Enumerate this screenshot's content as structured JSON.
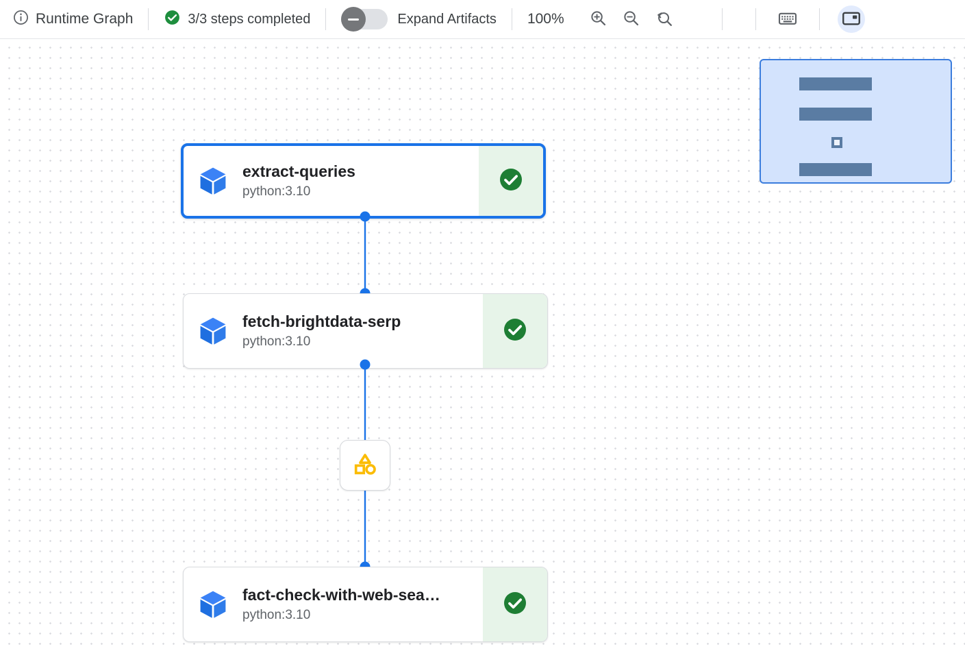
{
  "toolbar": {
    "info_icon": "info-circle-icon",
    "title": "Runtime Graph",
    "steps_icon": "check-circle-icon",
    "steps_label": "3/3 steps completed",
    "expand_artifacts_label": "Expand Artifacts",
    "expand_artifacts_state": "off",
    "zoom_level": "100%",
    "zoom_in_icon": "zoom-in-icon",
    "zoom_out_icon": "zoom-out-icon",
    "zoom_reset_icon": "zoom-reset-icon",
    "keyboard_icon": "keyboard-icon",
    "panel_icon": "minimap-panel-icon",
    "panel_active": true
  },
  "colors": {
    "accent_blue": "#1a73e8",
    "status_green": "#1e7e34",
    "status_green_bg": "#e7f4e9",
    "artifact_amber": "#fbbc04",
    "minimap_bg": "#d3e3fd",
    "minimap_border": "#3b7ddd",
    "minimap_node": "#5a7ca3",
    "cube_blue": "#2979e8"
  },
  "graph": {
    "nodes": [
      {
        "id": "extract-queries",
        "icon": "cube-icon",
        "title": "extract-queries",
        "subtitle": "python:3.10",
        "status": "success",
        "status_icon": "check-circle-icon",
        "selected": true
      },
      {
        "id": "fetch-brightdata-serp",
        "icon": "cube-icon",
        "title": "fetch-brightdata-serp",
        "subtitle": "python:3.10",
        "status": "success",
        "status_icon": "check-circle-icon",
        "selected": false
      },
      {
        "id": "fact-check-with-web-search",
        "icon": "cube-icon",
        "title": "fact-check-with-web-sea…",
        "subtitle": "python:3.10",
        "status": "success",
        "status_icon": "check-circle-icon",
        "selected": false
      }
    ],
    "artifact_node": {
      "id": "artifact",
      "icon": "shapes-artifact-icon"
    },
    "minimap": {
      "node_count": 3,
      "artifact_count": 1
    }
  }
}
